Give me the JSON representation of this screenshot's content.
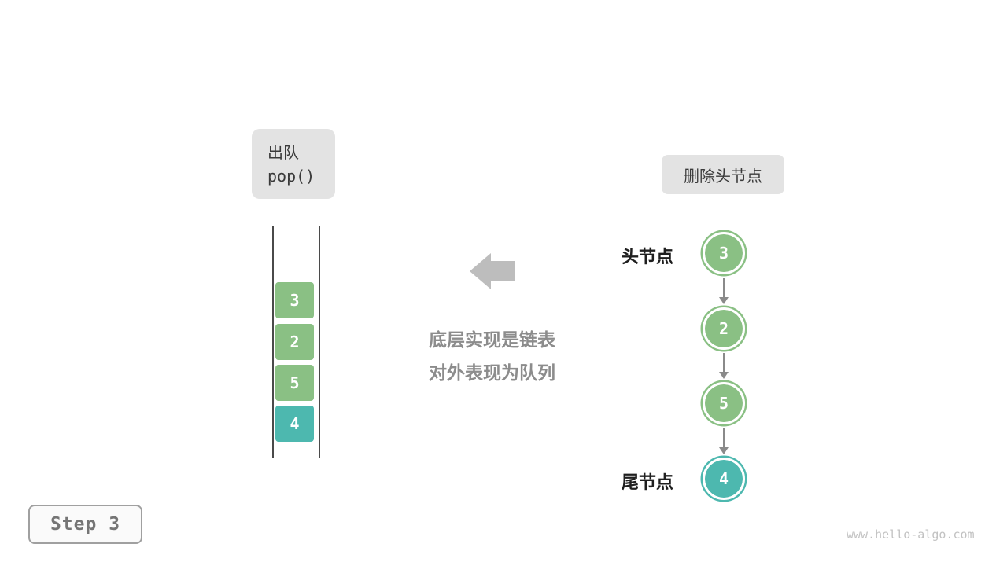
{
  "operation_label": {
    "line1": "出队",
    "line2": "pop()"
  },
  "action_label": "删除头节点",
  "annotation": {
    "line1": "底层实现是链表",
    "line2": "对外表现为队列"
  },
  "queue": {
    "items": [
      {
        "value": "3",
        "color": "#8ac084"
      },
      {
        "value": "2",
        "color": "#8ac084"
      },
      {
        "value": "5",
        "color": "#8ac084"
      },
      {
        "value": "4",
        "color": "#4db8af"
      }
    ]
  },
  "linked_list": {
    "head_label": "头节点",
    "tail_label": "尾节点",
    "nodes": [
      {
        "value": "3",
        "color": "#8ac084"
      },
      {
        "value": "2",
        "color": "#8ac084"
      },
      {
        "value": "5",
        "color": "#8ac084"
      },
      {
        "value": "4",
        "color": "#4db8af"
      }
    ]
  },
  "step_label": "Step 3",
  "watermark": "www.hello-algo.com",
  "colors": {
    "label_bg": "#e3e3e3",
    "big_arrow": "#bdbdbd",
    "annotation_text": "#8c8c8c",
    "connector": "#8a8a8a"
  }
}
